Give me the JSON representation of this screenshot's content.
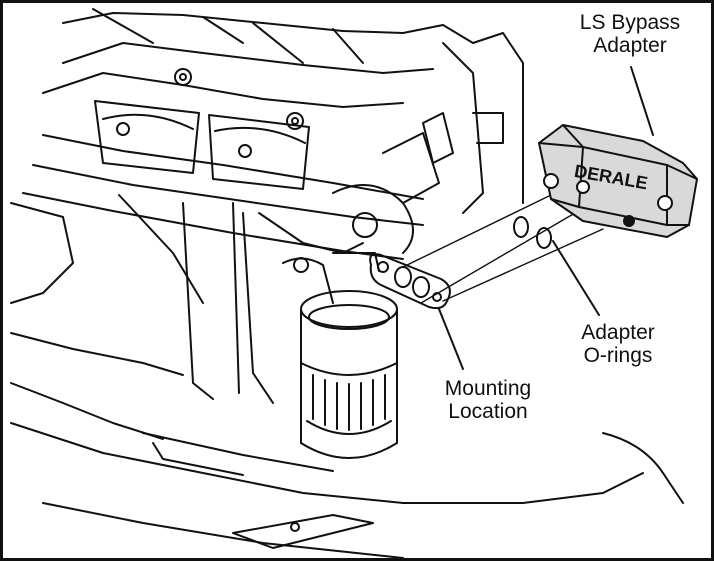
{
  "callouts": {
    "bypass_adapter": {
      "line1": "LS Bypass",
      "line2": "Adapter"
    },
    "adapter_orings": {
      "line1": "Adapter",
      "line2": "O-rings"
    },
    "mounting_location": {
      "line1": "Mounting",
      "line2": "Location"
    }
  },
  "adapter_brand": "DERALE",
  "colors": {
    "line": "#111111",
    "background": "#ffffff",
    "adapter_shade": "#d9d9d9"
  }
}
